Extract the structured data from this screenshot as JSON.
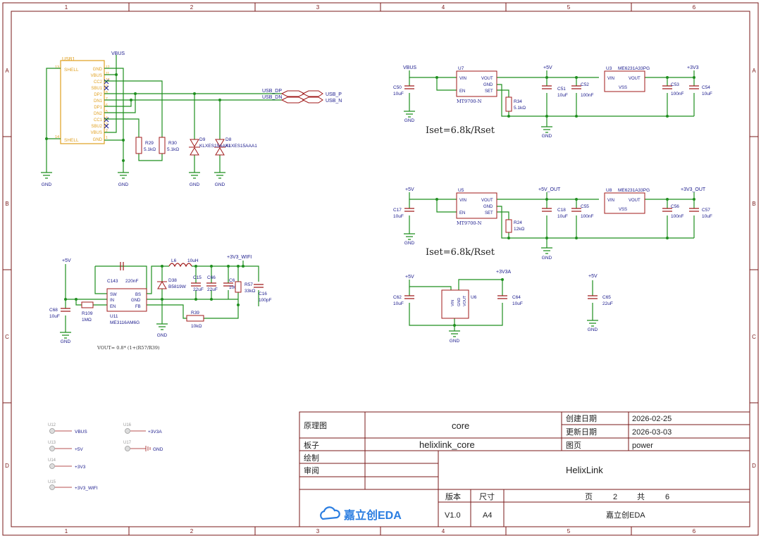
{
  "frame": {
    "cols": [
      "1",
      "2",
      "3",
      "4",
      "5",
      "6"
    ],
    "rows": [
      "A",
      "B",
      "C",
      "D"
    ]
  },
  "usb": {
    "ref": "USB1",
    "vbus_top": "VBUS",
    "left_pins": [
      {
        "num": "13",
        "name": "SHELL"
      },
      {
        "num": "14",
        "name": "SHELL"
      }
    ],
    "right_pins": [
      {
        "num": "12",
        "name": "GND"
      },
      {
        "num": "11",
        "name": "VBUS"
      },
      {
        "num": "10",
        "name": "CC2"
      },
      {
        "num": "9",
        "name": "SBU1"
      },
      {
        "num": "8",
        "name": "DP2"
      },
      {
        "num": "7",
        "name": "DN1"
      },
      {
        "num": "6",
        "name": "DP1"
      },
      {
        "num": "5",
        "name": "DN2"
      },
      {
        "num": "4",
        "name": "CC1"
      },
      {
        "num": "3",
        "name": "SBU2"
      },
      {
        "num": "2",
        "name": "VBUS"
      },
      {
        "num": "1",
        "name": "GND"
      }
    ],
    "nets": {
      "dp": "USB_DP",
      "dn": "USB_DN",
      "p": "USB_P",
      "n": "USB_N"
    },
    "r29": {
      "ref": "R29",
      "val": "5.1kΩ"
    },
    "r30": {
      "ref": "R30",
      "val": "5.1kΩ"
    },
    "d9": {
      "ref": "D9",
      "val": "KLXES15AAA1"
    },
    "d8": {
      "ref": "D8",
      "val": "KLXES15AAA1"
    },
    "gnd": "GND"
  },
  "ldo_top": {
    "vin_net": "VBUS",
    "c50": {
      "ref": "C50",
      "val": "10uF"
    },
    "u7": {
      "ref": "U7",
      "part": "MT9700-N",
      "pins": [
        "VIN",
        "EN",
        "VOUT",
        "GND",
        "SET"
      ]
    },
    "r34": {
      "ref": "R34",
      "val": "5.1kΩ"
    },
    "net_5v": "+5V",
    "c51": {
      "ref": "C51",
      "val": "10uF"
    },
    "c52": {
      "ref": "C52",
      "val": "100nF"
    },
    "u3": {
      "ref": "U3",
      "part": "ME6231A33PG",
      "pins": [
        "VIN",
        "VOUT",
        "VSS"
      ]
    },
    "c53": {
      "ref": "C53",
      "val": "100nF"
    },
    "c54": {
      "ref": "C54",
      "val": "10uF"
    },
    "net_3v3": "+3V3",
    "iset": "Iset=6.8k/Rset"
  },
  "ldo_bot": {
    "vin_net": "+5V",
    "c17": {
      "ref": "C17",
      "val": "10uF"
    },
    "u5": {
      "ref": "U5",
      "part": "MT9700-N",
      "pins": [
        "VIN",
        "EN",
        "VOUT",
        "GND",
        "SET"
      ]
    },
    "r24": {
      "ref": "R24",
      "val": "12kΩ"
    },
    "net_5v_out": "+5V_OUT",
    "c18": {
      "ref": "C18",
      "val": "10uF"
    },
    "c55": {
      "ref": "C55",
      "val": "100nF"
    },
    "u8": {
      "ref": "U8",
      "part": "ME6231A33PG",
      "pins": [
        "VIN",
        "VOUT",
        "VSS"
      ]
    },
    "c56": {
      "ref": "C56",
      "val": "100nF"
    },
    "c57": {
      "ref": "C57",
      "val": "10uF"
    },
    "net_3v3_out": "+3V3_OUT",
    "iset": "Iset=6.8k/Rset"
  },
  "ldo_small": {
    "vin_net": "+5V",
    "vout_net": "+3V3A",
    "c62": {
      "ref": "C62",
      "val": "10uF"
    },
    "u6": {
      "ref": "U6",
      "pins": [
        "VIN",
        "GND",
        "VOUT"
      ]
    },
    "c64": {
      "ref": "C64",
      "val": "10uF"
    },
    "c65_net": "+5V",
    "c65": {
      "ref": "C65",
      "val": "22uF"
    }
  },
  "buck": {
    "vin_net": "+5V",
    "out_net": "+3V3_WIFI",
    "c143": {
      "ref": "C143",
      "val": "220nF"
    },
    "l6": {
      "ref": "L6",
      "val": "10uH"
    },
    "d38": {
      "ref": "D38",
      "val": "B5819W"
    },
    "c15": {
      "ref": "C15",
      "val": "22uF"
    },
    "c66": {
      "ref": "C66",
      "val": "22uF"
    },
    "c6x": {
      "ref": "C6",
      "val": ""
    },
    "r57": {
      "ref": "R57",
      "val": "33kΩ"
    },
    "c16": {
      "ref": "C16",
      "val": "100pF"
    },
    "c6x_val": "100",
    "u11": {
      "ref": "U11",
      "part": "ME3116AM6G",
      "pins": [
        "SW",
        "IN",
        "EN",
        "BS",
        "GND",
        "FB"
      ]
    },
    "c68": {
      "ref": "C68",
      "val": "10uF"
    },
    "r109": {
      "ref": "R109",
      "val": "1MΩ"
    },
    "r39": {
      "ref": "R39",
      "val": "10kΩ"
    },
    "formula": "VOUT= 0.8* (1+(R57/R39)"
  },
  "ports": [
    {
      "ref": "U12",
      "net": "VBUS"
    },
    {
      "ref": "U13",
      "net": "+5V"
    },
    {
      "ref": "U14",
      "net": "+3V3"
    },
    {
      "ref": "U15",
      "net": "+3V3_WIFI"
    },
    {
      "ref": "U16",
      "net": "+3V3A"
    },
    {
      "ref": "U17",
      "net": "GND"
    }
  ],
  "title_block": {
    "schematic_label": "原理图",
    "schematic_value": "core",
    "board_label": "板子",
    "board_value": "helixlink_core",
    "drawn_label": "绘制",
    "review_label": "审阅",
    "created_label": "创建日期",
    "created_value": "2026-02-25",
    "updated_label": "更新日期",
    "updated_value": "2026-03-03",
    "page_label": "图页",
    "page_value": "power",
    "project": "HelixLink",
    "version_label": "版本",
    "size_label": "尺寸",
    "page_count_prefix": "页",
    "page_no": "2",
    "page_total_label": "共",
    "page_total": "6",
    "version_value": "V1.0",
    "size_value": "A4",
    "company": "嘉立创EDA",
    "logo_text": "嘉立创EDA"
  },
  "colors": {
    "wire": "#1f8f1f",
    "comp": "#a01a1a",
    "text": "#1a1a8c",
    "frame": "#7a1a1a",
    "usb": "#e0a020"
  }
}
